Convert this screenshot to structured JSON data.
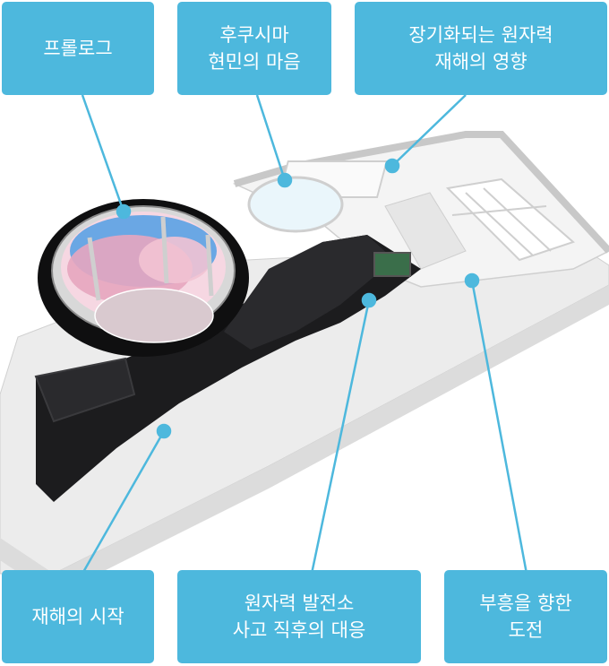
{
  "labels": {
    "prologue": "프롤로그",
    "residents": "후쿠시마\n현민의 마음",
    "prolonged": "장기화되는 원자력\n재해의 영향",
    "start": "재해의 시작",
    "response": "원자력 발전소\n사고 직후의 대응",
    "recovery": "부흥을 향한\n도전"
  },
  "colors": {
    "accent": "#4db8dd",
    "dark_floor": "#1c1c1e",
    "light_floor": "#f2f2f2",
    "wall": "#d9d9d9"
  }
}
